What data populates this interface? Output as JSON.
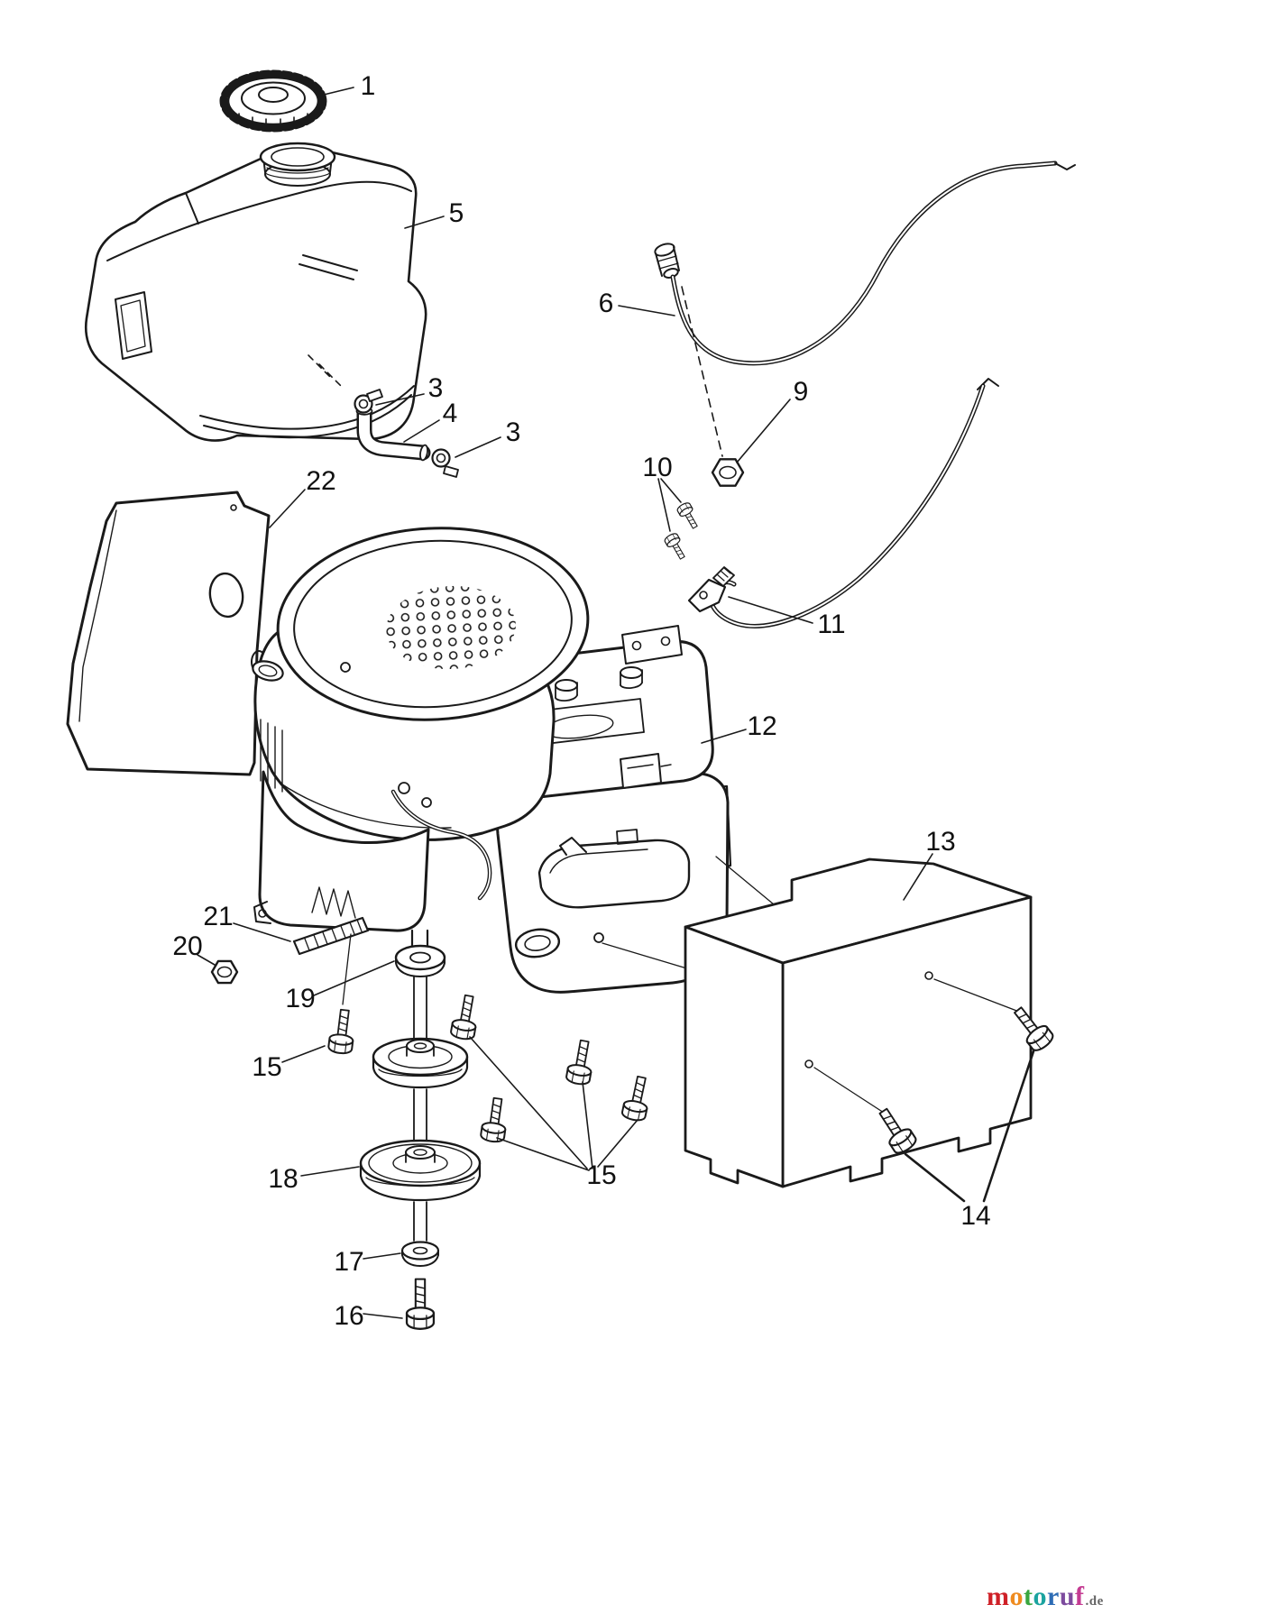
{
  "page": {
    "background": "#ffffff",
    "ink": "#1a1a1a"
  },
  "part_labels": [
    {
      "text": "1"
    },
    {
      "text": "5"
    },
    {
      "text": "3"
    },
    {
      "text": "4"
    },
    {
      "text": "3"
    },
    {
      "text": "22"
    },
    {
      "text": "6"
    },
    {
      "text": "9"
    },
    {
      "text": "10"
    },
    {
      "text": "11"
    },
    {
      "text": "12"
    },
    {
      "text": "13"
    },
    {
      "text": "21"
    },
    {
      "text": "20"
    },
    {
      "text": "19"
    },
    {
      "text": "15"
    },
    {
      "text": "18"
    },
    {
      "text": "15"
    },
    {
      "text": "17"
    },
    {
      "text": "16"
    },
    {
      "text": "14"
    }
  ],
  "watermark": {
    "letters": [
      {
        "char": "m",
        "color": "#cf2027"
      },
      {
        "char": "o",
        "color": "#ef8b1f"
      },
      {
        "char": "t",
        "color": "#3aa63f"
      },
      {
        "char": "o",
        "color": "#1ba39f"
      },
      {
        "char": "r",
        "color": "#2d6cb5"
      },
      {
        "char": "u",
        "color": "#7d4b9e"
      },
      {
        "char": "f",
        "color": "#c43b92"
      }
    ],
    "suffix": {
      "text": ".de",
      "color": "#666666"
    }
  }
}
